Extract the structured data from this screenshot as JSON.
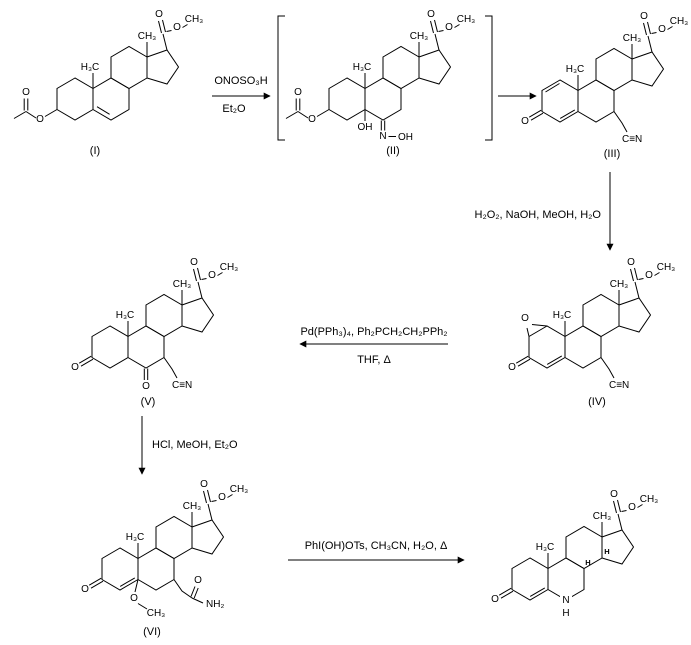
{
  "scheme": {
    "labels": {
      "s1": "(I)",
      "s2": "(II)",
      "s3": "(III)",
      "s4": "(IV)",
      "s5": "(V)",
      "s6": "(VI)"
    },
    "reagents": {
      "step1_line1": "ONOSO₃H",
      "step1_line2": "Et₂O",
      "step2": "H₂O₂, NaOH, MeOH, H₂O",
      "step3_line1": "Pd(PPh₃)₄, Ph₂PCH₂CH₂PPh₂",
      "step3_line2": "THF, Δ",
      "step4": "HCl, MeOH, Et₂O",
      "step5": "PhI(OH)OTs, CH₃CN, H₂O, Δ"
    },
    "atoms": {
      "O": "O",
      "N": "N",
      "H": "H",
      "OH": "OH",
      "NH2": "NH₂",
      "CH3": "CH₃",
      "H3C": "H₃C",
      "CN": "C≡N"
    }
  }
}
